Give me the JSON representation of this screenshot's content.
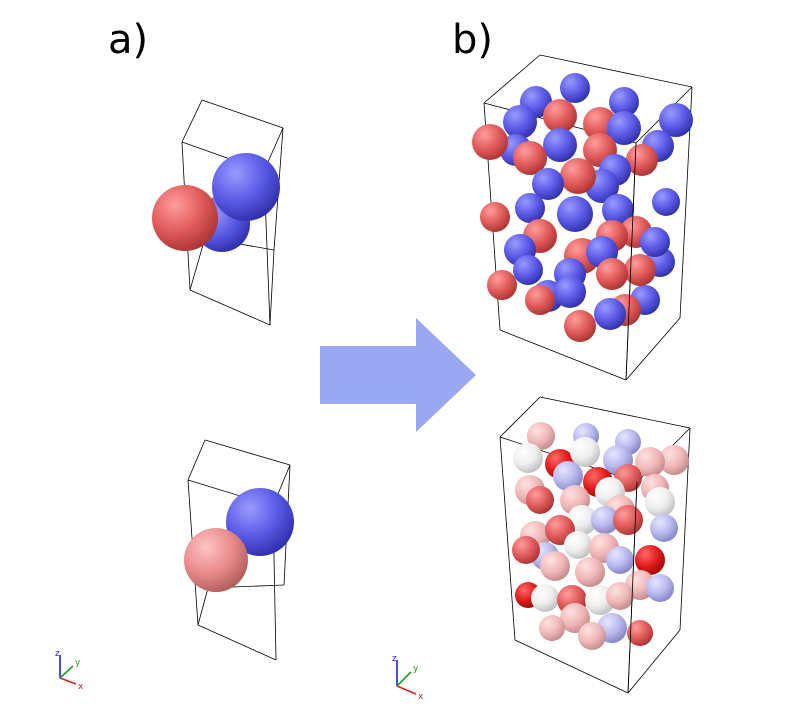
{
  "labels": {
    "a": "a)",
    "b": "b)"
  },
  "axes": {
    "x": "x",
    "y": "y",
    "z": "z"
  },
  "colors": {
    "red": "#e05a5a",
    "blue": "#5a5ae6",
    "salmon": "#e88a8a",
    "arrow": "#9aa8f2",
    "dark_red": "#e01c1c",
    "white": "#f0f0f0",
    "pale_blue": "#b8b8ee",
    "pink": "#f0b8b8",
    "axis_x": "#e02020",
    "axis_y": "#20a020",
    "axis_z": "#2020e0"
  }
}
